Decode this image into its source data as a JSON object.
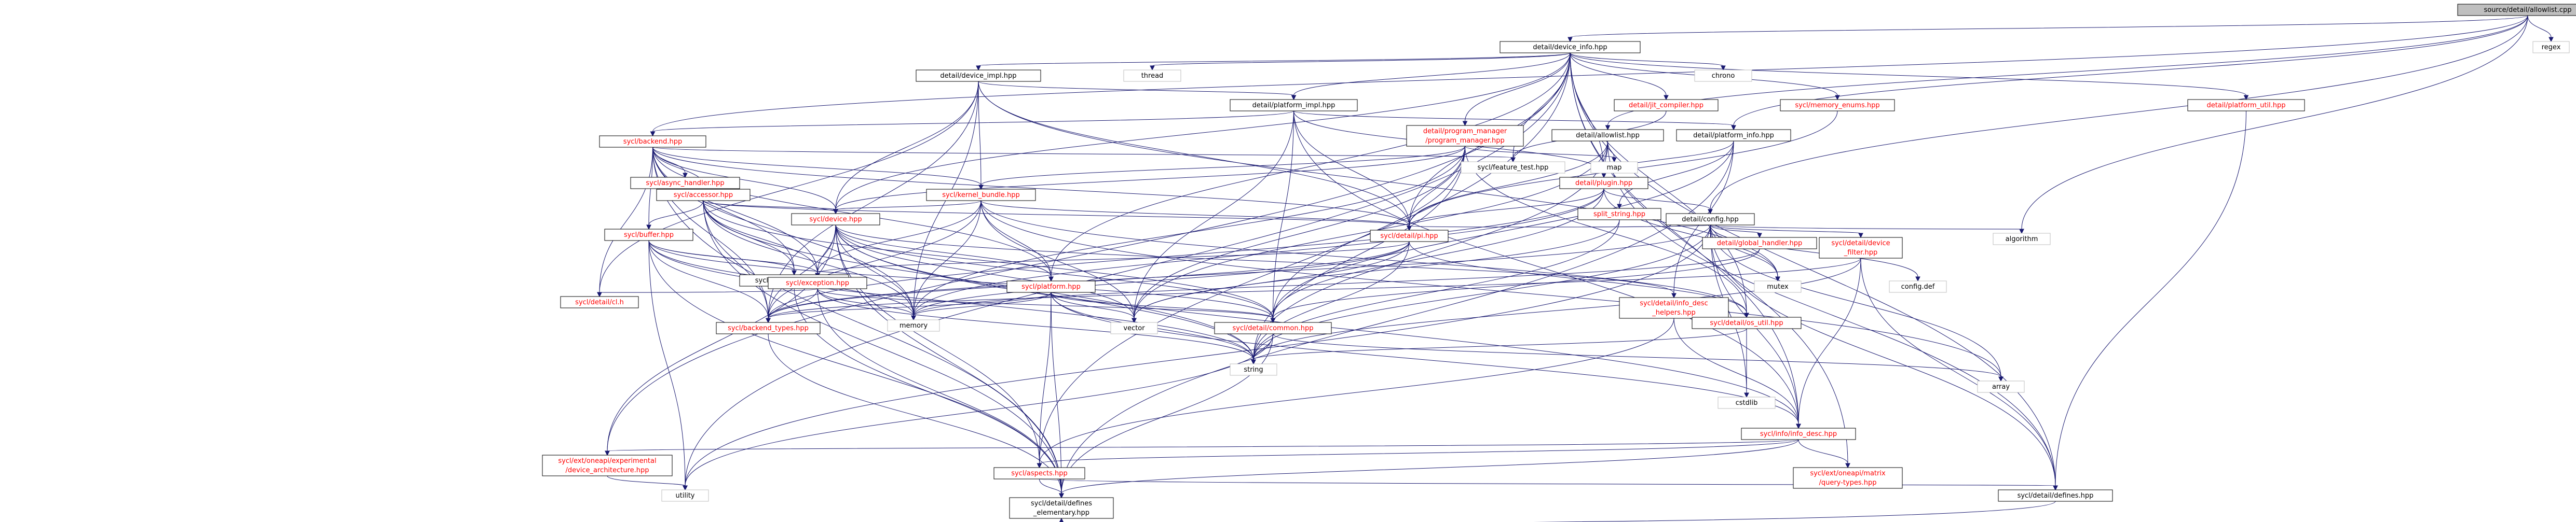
{
  "graph": {
    "nodes": [
      {
        "id": "root",
        "label": "source/detail/allowlist.cpp",
        "style": "root"
      },
      {
        "id": "device_info",
        "label": "detail/device_info.hpp",
        "style": "dark"
      },
      {
        "id": "regex",
        "label": "regex",
        "style": "plain"
      },
      {
        "id": "device_impl",
        "label": "detail/device_impl.hpp",
        "style": "dark"
      },
      {
        "id": "thread",
        "label": "thread",
        "style": "plain"
      },
      {
        "id": "chrono",
        "label": "chrono",
        "style": "plain"
      },
      {
        "id": "platform_impl",
        "label": "detail/platform_impl.hpp",
        "style": "dark"
      },
      {
        "id": "jit_compiler",
        "label": "detail/jit_compiler.hpp",
        "style": "red"
      },
      {
        "id": "memory_enums",
        "label": "sycl/memory_enums.hpp",
        "style": "red"
      },
      {
        "id": "platform_util",
        "label": "detail/platform_util.hpp",
        "style": "red"
      },
      {
        "id": "program_manager",
        "label": "detail/program_manager\n/program_manager.hpp",
        "style": "red"
      },
      {
        "id": "allowlist_hpp",
        "label": "detail/allowlist.hpp",
        "style": "dark"
      },
      {
        "id": "platform_info",
        "label": "detail/platform_info.hpp",
        "style": "dark"
      },
      {
        "id": "backend",
        "label": "sycl/backend.hpp",
        "style": "red"
      },
      {
        "id": "feature_test",
        "label": "sycl/feature_test.hpp",
        "style": "plain"
      },
      {
        "id": "map",
        "label": "map",
        "style": "plain"
      },
      {
        "id": "plugin",
        "label": "detail/plugin.hpp",
        "style": "red"
      },
      {
        "id": "async_handler",
        "label": "sycl/async_handler.hpp",
        "style": "red"
      },
      {
        "id": "accessor",
        "label": "sycl/accessor.hpp",
        "style": "red"
      },
      {
        "id": "kernel_bundle",
        "label": "sycl/kernel_bundle.hpp",
        "style": "red"
      },
      {
        "id": "split_string",
        "label": "split_string.hpp",
        "style": "red"
      },
      {
        "id": "config",
        "label": "detail/config.hpp",
        "style": "dark"
      },
      {
        "id": "buffer",
        "label": "sycl/buffer.hpp",
        "style": "red"
      },
      {
        "id": "device",
        "label": "sycl/device.hpp",
        "style": "red"
      },
      {
        "id": "pi",
        "label": "sycl/detail/pi.hpp",
        "style": "red"
      },
      {
        "id": "device_filter",
        "label": "sycl/detail/device\n_filter.hpp",
        "style": "red"
      },
      {
        "id": "global_handler",
        "label": "detail/global_handler.hpp",
        "style": "red"
      },
      {
        "id": "config_def",
        "label": "config.def",
        "style": "plain"
      },
      {
        "id": "mutex",
        "label": "mutex",
        "style": "plain"
      },
      {
        "id": "algorithm",
        "label": "algorithm",
        "style": "plain"
      },
      {
        "id": "access",
        "label": "sycl/access/access.hpp",
        "style": "dark"
      },
      {
        "id": "exception",
        "label": "sycl/exception.hpp",
        "style": "red"
      },
      {
        "id": "platform",
        "label": "sycl/platform.hpp",
        "style": "red"
      },
      {
        "id": "cl",
        "label": "sycl/detail/cl.h",
        "style": "red"
      },
      {
        "id": "backend_types",
        "label": "sycl/backend_types.hpp",
        "style": "red"
      },
      {
        "id": "memory",
        "label": "memory",
        "style": "plain"
      },
      {
        "id": "vector",
        "label": "vector",
        "style": "plain"
      },
      {
        "id": "common",
        "label": "sycl/detail/common.hpp",
        "style": "red"
      },
      {
        "id": "info_desc_helpers",
        "label": "sycl/detail/info_desc\n_helpers.hpp",
        "style": "red"
      },
      {
        "id": "os_util",
        "label": "sycl/detail/os_util.hpp",
        "style": "red"
      },
      {
        "id": "string",
        "label": "string",
        "style": "plain"
      },
      {
        "id": "array",
        "label": "array",
        "style": "plain"
      },
      {
        "id": "cstdlib",
        "label": "cstdlib",
        "style": "plain"
      },
      {
        "id": "info_desc",
        "label": "sycl/info/info_desc.hpp",
        "style": "red"
      },
      {
        "id": "device_arch",
        "label": "sycl/ext/oneapi/experimental\n/device_architecture.hpp",
        "style": "red"
      },
      {
        "id": "aspects",
        "label": "sycl/aspects.hpp",
        "style": "red"
      },
      {
        "id": "matrix_query",
        "label": "sycl/ext/oneapi/matrix\n/query-types.hpp",
        "style": "red"
      },
      {
        "id": "utility",
        "label": "utility",
        "style": "plain"
      },
      {
        "id": "defines",
        "label": "sycl/detail/defines.hpp",
        "style": "dark"
      },
      {
        "id": "defines_elem",
        "label": "sycl/detail/defines\n_elementary.hpp",
        "style": "dark"
      }
    ]
  }
}
